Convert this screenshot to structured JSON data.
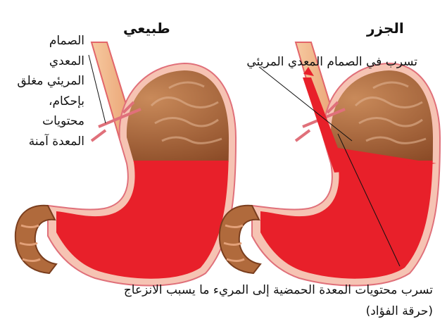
{
  "normal": {
    "title": "طبيعي",
    "label_lines": [
      "الصمام",
      "المعدي",
      "المريئي مغلق",
      "بإحكام،",
      "محتويات",
      "المعدة آمنة"
    ]
  },
  "reflux": {
    "title": "الجزر",
    "valve_label": "تسرب في الصمام المعدي المريئي",
    "bottom_line1": "تسرب محتويات المعدة الحمضية إلى المريء ما يسبب الانزعاج",
    "bottom_line2": "(حرقة الفؤاد)"
  },
  "colors": {
    "acid": "#e8202a",
    "tissue": "#a8643a",
    "wall": "#f3b9a8"
  }
}
